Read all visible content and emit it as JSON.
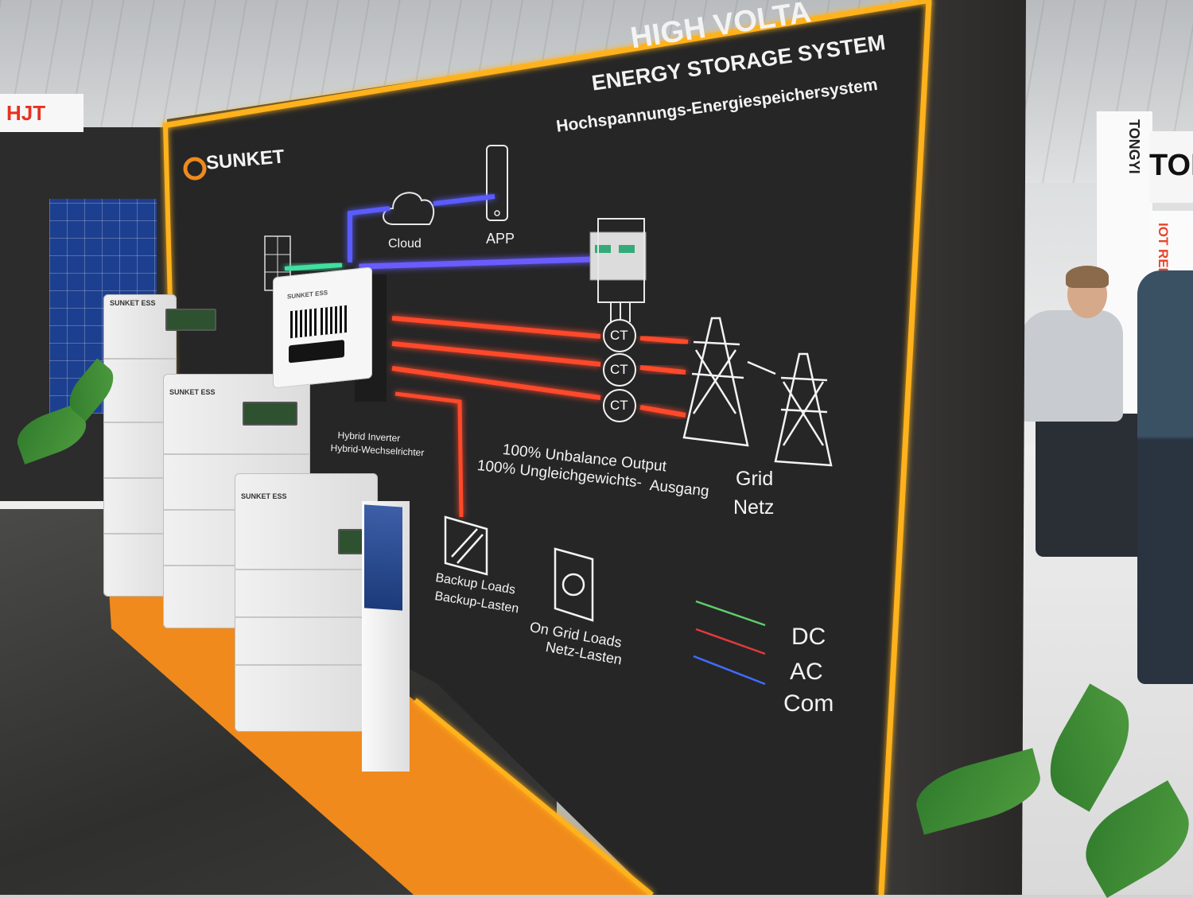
{
  "signage": {
    "title_line1": "HIGH VOLTA",
    "title_line2": "ENERGY STORAGE SYSTEM",
    "title_line3": "Hochspannungs-Energiespeichersystem",
    "brand": "SUNKET"
  },
  "diagram": {
    "cloud_label": "Cloud",
    "app_label": "APP",
    "inverter_label_en": "Hybrid Inverter",
    "inverter_label_de": "Hybrid-Wechselrichter",
    "ct_label": "CT",
    "unbalance_line1": "100% Unbalance Output",
    "unbalance_line2": "100% Ungleichgewichts-",
    "unbalance_line3": "Ausgang",
    "backup_en": "Backup Loads",
    "backup_de": "Backup-Lasten",
    "ongrid_en": "On Grid Loads",
    "ongrid_de": "Netz-Lasten",
    "grid_en": "Grid",
    "grid_de": "Netz"
  },
  "legend": {
    "items": [
      {
        "label": "DC",
        "color": "#5fcf6a"
      },
      {
        "label": "AC",
        "color": "#e23a3a"
      },
      {
        "label": "Com",
        "color": "#3f6cff"
      }
    ]
  },
  "background": {
    "left_sign": "HJT",
    "right_sign": "TONGYI",
    "vertical_sign": "TONGYI",
    "banner": "IOT REMOTE S"
  },
  "products": {
    "battery_brand": "SUNKET ESS",
    "inverter_brand": "SUNKET ESS"
  },
  "colors": {
    "frame_led": "#ffb21a",
    "ac_led": "#ff4a2a",
    "com_led": "#5a5cff",
    "dc_led": "#3fe0a0",
    "board": "#262627",
    "base": "#f08a1c"
  }
}
